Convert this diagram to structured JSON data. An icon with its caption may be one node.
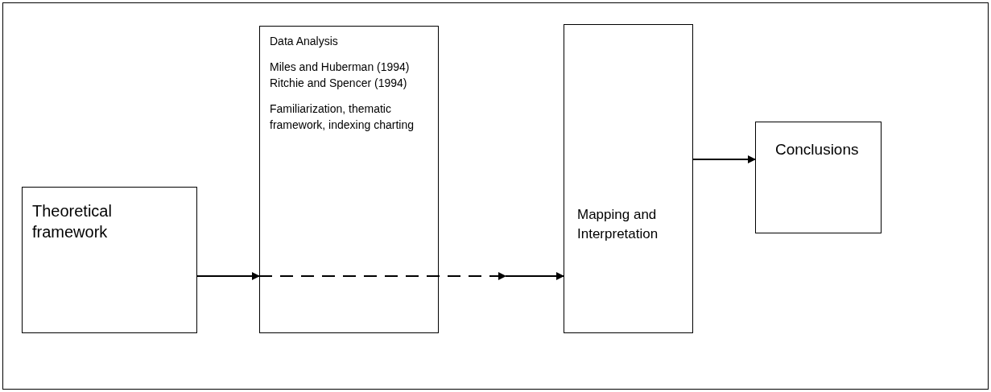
{
  "diagram": {
    "nodes": [
      {
        "text": [
          "Theoretical framework"
        ]
      },
      {
        "text": [
          "Data Analysis",
          "Miles and Huberman (1994) Ritchie and Spencer (1994)",
          "Familiarization, thematic framework, indexing charting"
        ]
      },
      {
        "text": [
          "Mapping and Interpretation"
        ]
      },
      {
        "text": [
          "Conclusions"
        ]
      }
    ],
    "edges": [
      {
        "from": 0,
        "to": 1,
        "arrow": "to"
      },
      {
        "from": 1,
        "to": 2,
        "arrow": "to",
        "style": "dashed"
      },
      {
        "from": 2,
        "to": 3,
        "arrow": "to"
      }
    ]
  }
}
